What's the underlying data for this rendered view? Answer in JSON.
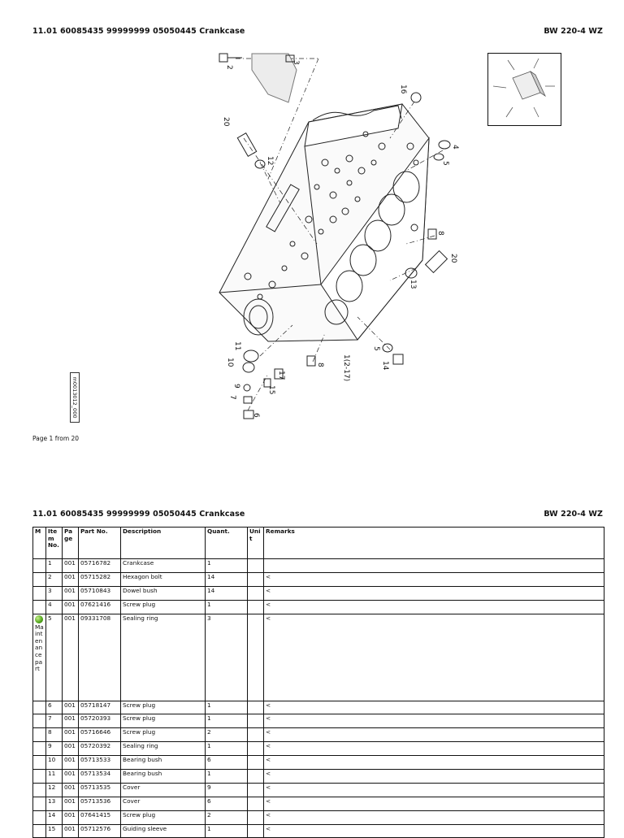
{
  "header": {
    "title": "11.01 60085435 99999999 05050445 Crankcase",
    "model": "BW 220-4 WZ"
  },
  "drawing": {
    "code": "m0013012_000",
    "callouts": [
      "3",
      "2",
      "20",
      "12",
      "16",
      "4",
      "5",
      "8",
      "20",
      "13",
      "1(2-17)",
      "5",
      "14",
      "11",
      "10",
      "9",
      "7",
      "6",
      "8",
      "17",
      "15"
    ]
  },
  "page_note": "Page 1 from 20",
  "table": {
    "headers": [
      "M",
      "Item No.",
      "Page",
      "Part No.",
      "Description",
      "Quant.",
      "Unit",
      "Remarks"
    ],
    "maintenance_label": "Maintenance part",
    "rows": [
      {
        "item": "1",
        "page": "001",
        "part": "05716782",
        "desc": "Crankcase",
        "qty": "1",
        "unit": "",
        "rem": ""
      },
      {
        "item": "2",
        "page": "001",
        "part": "05715282",
        "desc": "Hexagon bolt",
        "qty": "14",
        "unit": "",
        "rem": "<"
      },
      {
        "item": "3",
        "page": "001",
        "part": "05710843",
        "desc": "Dowel bush",
        "qty": "14",
        "unit": "",
        "rem": "<"
      },
      {
        "item": "4",
        "page": "001",
        "part": "07621416",
        "desc": "Screw plug",
        "qty": "1",
        "unit": "",
        "rem": "<"
      },
      {
        "item": "5",
        "page": "001",
        "part": "09331708",
        "desc": "Sealing ring",
        "qty": "3",
        "unit": "",
        "rem": "<"
      },
      {
        "item": "6",
        "page": "001",
        "part": "05718147",
        "desc": "Screw plug",
        "qty": "1",
        "unit": "",
        "rem": "<"
      },
      {
        "item": "7",
        "page": "001",
        "part": "05720393",
        "desc": "Screw plug",
        "qty": "1",
        "unit": "",
        "rem": "<"
      },
      {
        "item": "8",
        "page": "001",
        "part": "05716646",
        "desc": "Screw plug",
        "qty": "2",
        "unit": "",
        "rem": "<"
      },
      {
        "item": "9",
        "page": "001",
        "part": "05720392",
        "desc": "Sealing ring",
        "qty": "1",
        "unit": "",
        "rem": "<"
      },
      {
        "item": "10",
        "page": "001",
        "part": "05713533",
        "desc": "Bearing bush",
        "qty": "6",
        "unit": "",
        "rem": "<"
      },
      {
        "item": "11",
        "page": "001",
        "part": "05713534",
        "desc": "Bearing bush",
        "qty": "1",
        "unit": "",
        "rem": "<"
      },
      {
        "item": "12",
        "page": "001",
        "part": "05713535",
        "desc": "Cover",
        "qty": "9",
        "unit": "",
        "rem": "<"
      },
      {
        "item": "13",
        "page": "001",
        "part": "05713536",
        "desc": "Cover",
        "qty": "6",
        "unit": "",
        "rem": "<"
      },
      {
        "item": "14",
        "page": "001",
        "part": "07641415",
        "desc": "Screw plug",
        "qty": "2",
        "unit": "",
        "rem": "<"
      },
      {
        "item": "15",
        "page": "001",
        "part": "05712576",
        "desc": "Guiding sleeve",
        "qty": "1",
        "unit": "",
        "rem": "<"
      }
    ]
  }
}
